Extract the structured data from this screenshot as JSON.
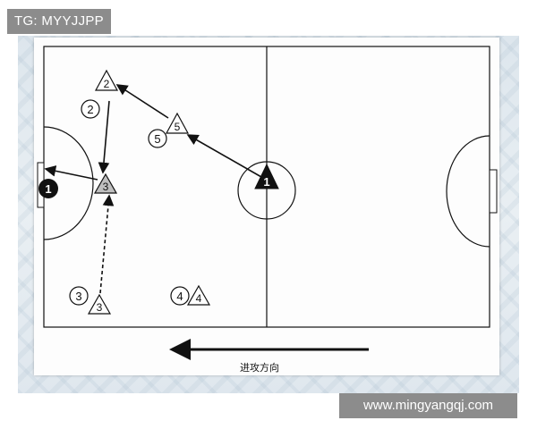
{
  "watermarks": {
    "top": "TG: MYYJJPP",
    "bottom": "www.mingyangqj.com"
  },
  "attack_direction_label": "进攻方向",
  "attackers": [
    {
      "id": "attacker-1",
      "label": "1"
    },
    {
      "id": "attacker-2",
      "label": "2"
    },
    {
      "id": "attacker-3-cut",
      "label": "3"
    },
    {
      "id": "attacker-3-start",
      "label": "3"
    },
    {
      "id": "attacker-4",
      "label": "4"
    },
    {
      "id": "attacker-5",
      "label": "5"
    }
  ],
  "defenders": [
    {
      "id": "defender-2",
      "label": "2"
    },
    {
      "id": "defender-3",
      "label": "3"
    },
    {
      "id": "defender-4",
      "label": "4"
    },
    {
      "id": "defender-5",
      "label": "5"
    }
  ],
  "goalkeeper": {
    "label": "1"
  },
  "colors": {
    "line": "#111111",
    "attacker_fill": "#ffffff",
    "attacker_ball_fill": "#111111",
    "cutter_fill": "#c8c8c8",
    "goalkeeper_fill": "#111111"
  }
}
